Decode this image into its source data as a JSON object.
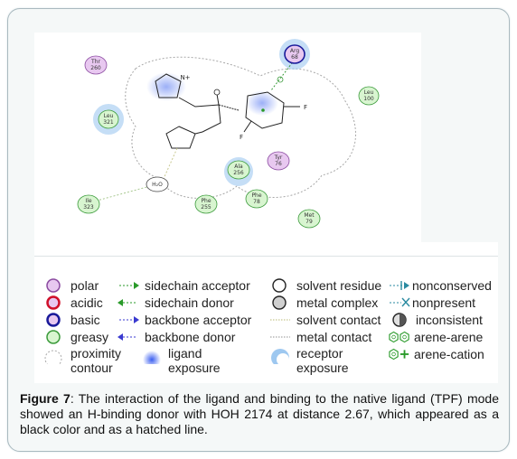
{
  "diagram": {
    "residues": [
      {
        "name": "Thr",
        "num": "260",
        "kind": "polar"
      },
      {
        "name": "Arg",
        "num": "68",
        "kind": "basic"
      },
      {
        "name": "Leu",
        "num": "100",
        "kind": "greasy"
      },
      {
        "name": "Leu",
        "num": "321",
        "kind": "greasy"
      },
      {
        "name": "Tyr",
        "num": "76",
        "kind": "polar"
      },
      {
        "name": "Ala",
        "num": "256",
        "kind": "greasy"
      },
      {
        "name": "Phe",
        "num": "78",
        "kind": "greasy"
      },
      {
        "name": "Ile",
        "num": "323",
        "kind": "greasy"
      },
      {
        "name": "Phe",
        "num": "255",
        "kind": "greasy"
      },
      {
        "name": "Met",
        "num": "79",
        "kind": "greasy"
      }
    ],
    "water_label": "H₂O",
    "atom_labels": {
      "f1": "F",
      "f2": "F",
      "o": "O",
      "n_plus": "N+"
    }
  },
  "legend": {
    "col1": {
      "polar": "polar",
      "acidic": "acidic",
      "basic": "basic",
      "greasy": "greasy",
      "proximity_1": "proximity",
      "proximity_2": "contour"
    },
    "col2": {
      "sidechain_acceptor": "sidechain acceptor",
      "sidechain_donor": "sidechain donor",
      "backbone_acceptor": "backbone acceptor",
      "backbone_donor": "backbone donor",
      "ligand_1": "ligand",
      "ligand_2": "exposure"
    },
    "col3": {
      "solvent_residue": "solvent residue",
      "metal_complex": "metal complex",
      "solvent_contact": "solvent contact",
      "metal_contact": "metal contact",
      "receptor_1": "receptor",
      "receptor_2": "exposure"
    },
    "col4": {
      "nonconserved": "nonconserved",
      "nonpresent": "nonpresent",
      "inconsistent": "inconsistent",
      "arene_arene": "arene-arene",
      "arene_cation": "arene-cation"
    }
  },
  "caption": {
    "label": "Figure 7",
    "text": ": The interaction of the ligand and binding to the native ligand (TPF) mode showed an H-binding donor with HOH 2174 at distance 2.67, which appeared as a black color and as a hatched line."
  },
  "colors": {
    "polar": "#e8c8f0",
    "polar_border": "#8a4aa0",
    "acidic_border": "#d0102a",
    "basic_border": "#1a1a9a",
    "greasy": "#d8f5d0",
    "greasy_border": "#3a9a3a",
    "exposure": "#4a6ef0",
    "receptor_exposure": "#9ec8f0",
    "contour": "#a8a8a8"
  }
}
